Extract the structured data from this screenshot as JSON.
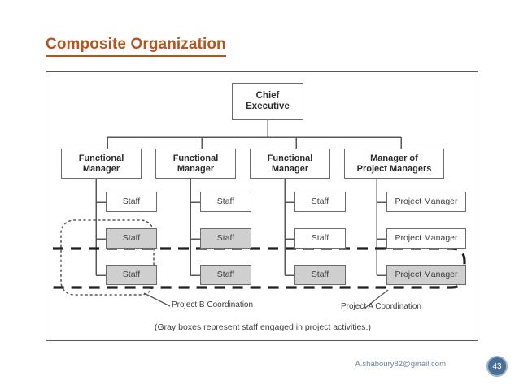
{
  "slide": {
    "title": "Composite Organization",
    "title_color": "#b4551f"
  },
  "figure": {
    "caption": "(Gray boxes represent staff engaged in project activities.)",
    "frame_border_color": "#58585a",
    "gray_fill": "#cfcfcf",
    "nodes": {
      "chief_executive": "Chief\nExecutive",
      "functional_manager_1": "Functional\nManager",
      "functional_manager_2": "Functional\nManager",
      "functional_manager_3": "Functional\nManager",
      "manager_of_project_managers": "Manager of\nProject Managers",
      "col1_row1": "Staff",
      "col1_row2": "Staff",
      "col1_row3": "Staff",
      "col2_row1": "Staff",
      "col2_row2": "Staff",
      "col2_row3": "Staff",
      "col3_row1": "Staff",
      "col3_row2": "Staff",
      "col3_row3": "Staff",
      "col4_row1": "Project Manager",
      "col4_row2": "Project Manager",
      "col4_row3": "Project Manager"
    },
    "annotations": {
      "project_b": "Project B Coordination",
      "project_a": "Project A Coordination"
    }
  },
  "footer": {
    "email": "A.shaboury82@gmail.com",
    "page_number": "43",
    "badge_color": "#4a6f96"
  }
}
